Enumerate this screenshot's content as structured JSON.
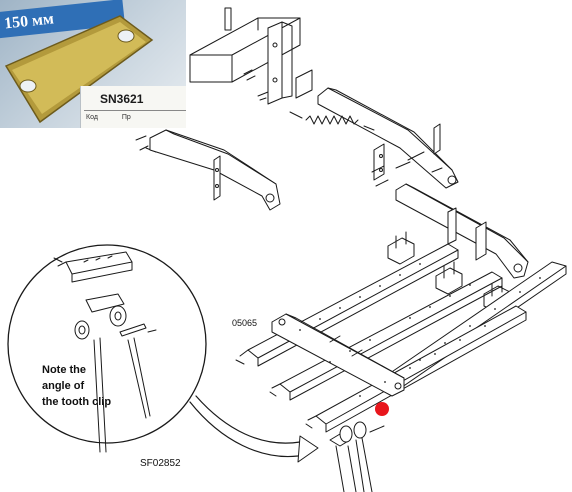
{
  "photo": {
    "strip_text": "150 мм",
    "part_code": "SN3621",
    "card_label": "Код",
    "card_label_2": "Пр"
  },
  "labels": {
    "assembly_ref": "05065",
    "figure_ref": "SF02852"
  },
  "callout": {
    "note_lines": [
      "Note the",
      "angle of",
      "the tooth clip"
    ]
  },
  "colors": {
    "line": "#1a1a1a",
    "marker": "#e8161c",
    "box_bg": "#2f6fb6"
  }
}
